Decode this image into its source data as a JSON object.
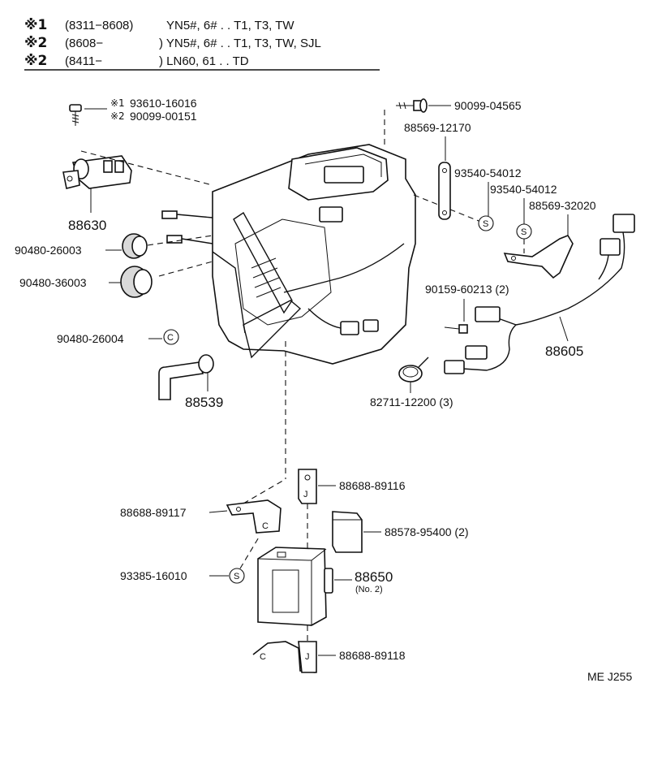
{
  "header": {
    "rows": [
      {
        "mark": "※1",
        "range": "(8311−8608)",
        "desc": "YN5#, 6# . . T1, T3, TW"
      },
      {
        "mark": "※2",
        "range": "(8608−",
        "desc": ") YN5#, 6# . . T1, T3, TW, SJL"
      },
      {
        "mark": "※2",
        "range": "(8411−",
        "desc": ") LN60, 61 . . TD"
      }
    ]
  },
  "screw_note": {
    "line1_mark": "※1",
    "line1_part": "93610-16016",
    "line2_mark": "※2",
    "line2_part": "90099-00151"
  },
  "parts": {
    "p90099_04565": "90099-04565",
    "p88569_12170": "88569-12170",
    "p93540_54012_a": "93540-54012",
    "p93540_54012_b": "93540-54012",
    "p88569_32020": "88569-32020",
    "p88630": "88630",
    "p90480_26003": "90480-26003",
    "p90480_36003": "90480-36003",
    "p90480_26004": "90480-26004",
    "p88539": "88539",
    "p90159_60213": "90159-60213 (2)",
    "p88605": "88605",
    "p82711_12200": "82711-12200 (3)",
    "p88688_89116": "88688-89116",
    "p88688_89117": "88688-89117",
    "p88578_95400": "88578-95400 (2)",
    "p93385_16010": "93385-16010",
    "p88650": "88650",
    "p88650_note": "(No. 2)",
    "p88688_89118": "88688-89118"
  },
  "symbols": {
    "s_mark": "S",
    "c_mark": "C"
  },
  "figure_code": "ME J255"
}
